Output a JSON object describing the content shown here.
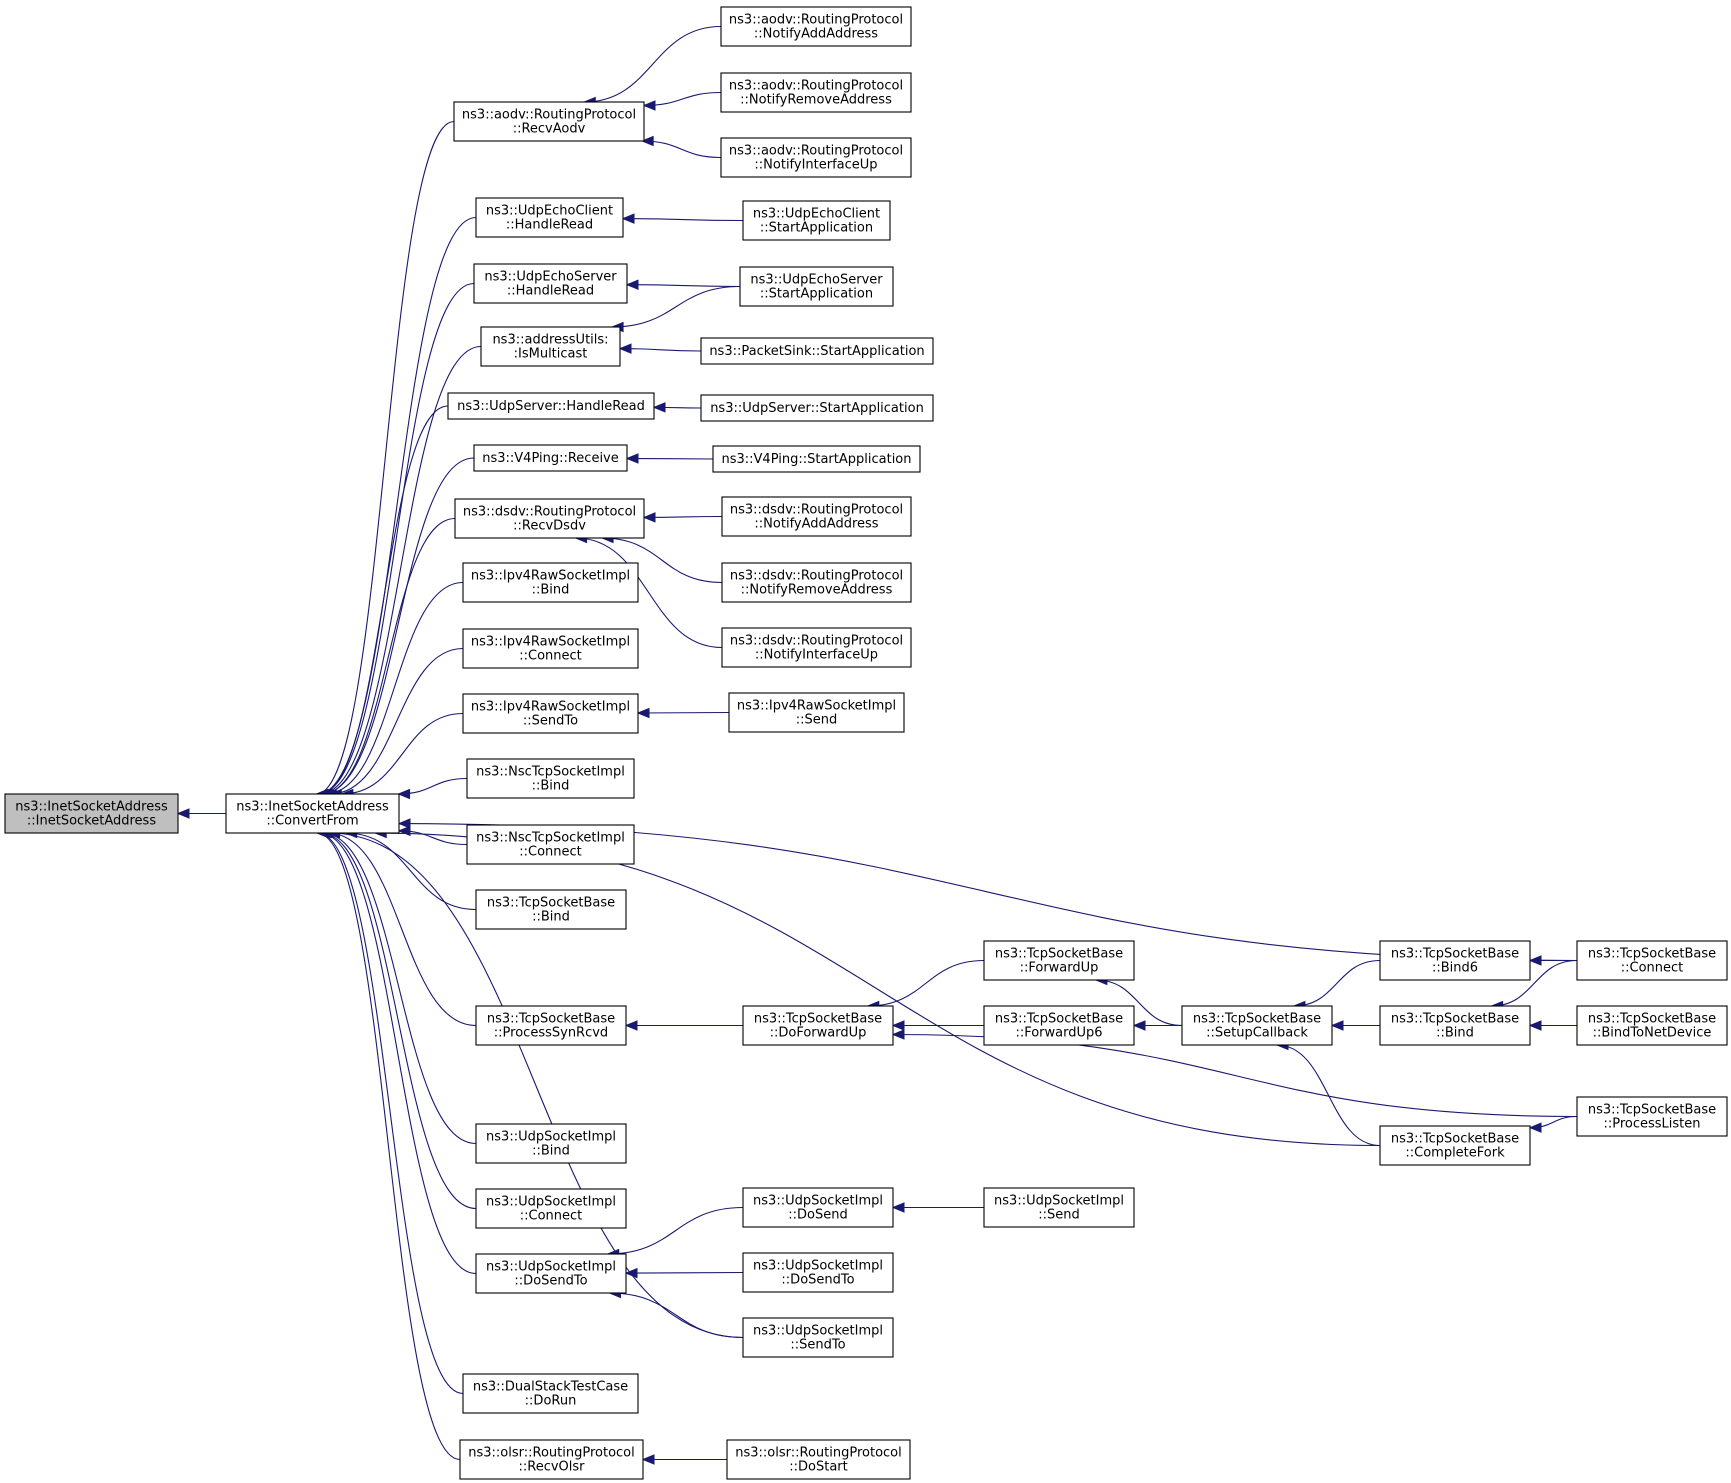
{
  "diagram": {
    "type": "call-graph",
    "colors": {
      "edge": "#191970",
      "focus_fill": "#bfbfbf",
      "node_fill": "#ffffff",
      "border": "#000000"
    },
    "nodes": [
      {
        "id": "n0",
        "lines": [
          "ns3::InetSocketAddress",
          "::InetSocketAddress"
        ],
        "focus": true
      },
      {
        "id": "n1",
        "lines": [
          "ns3::InetSocketAddress",
          "::ConvertFrom"
        ]
      },
      {
        "id": "n2",
        "lines": [
          "ns3::aodv::RoutingProtocol",
          "::RecvAodv"
        ]
      },
      {
        "id": "n3",
        "lines": [
          "ns3::aodv::RoutingProtocol",
          "::NotifyAddAddress"
        ]
      },
      {
        "id": "n4",
        "lines": [
          "ns3::aodv::RoutingProtocol",
          "::NotifyRemoveAddress"
        ]
      },
      {
        "id": "n5",
        "lines": [
          "ns3::aodv::RoutingProtocol",
          "::NotifyInterfaceUp"
        ]
      },
      {
        "id": "n6",
        "lines": [
          "ns3::UdpEchoClient",
          "::HandleRead"
        ]
      },
      {
        "id": "n7",
        "lines": [
          "ns3::UdpEchoClient",
          "::StartApplication"
        ]
      },
      {
        "id": "n8",
        "lines": [
          "ns3::UdpEchoServer",
          "::HandleRead"
        ]
      },
      {
        "id": "n9",
        "lines": [
          "ns3::UdpEchoServer",
          "::StartApplication"
        ]
      },
      {
        "id": "n10",
        "lines": [
          "ns3::addressUtils:",
          ":IsMulticast"
        ]
      },
      {
        "id": "n11",
        "lines": [
          "ns3::PacketSink::StartApplication"
        ]
      },
      {
        "id": "n12",
        "lines": [
          "ns3::UdpServer::HandleRead"
        ]
      },
      {
        "id": "n13",
        "lines": [
          "ns3::UdpServer::StartApplication"
        ]
      },
      {
        "id": "n14",
        "lines": [
          "ns3::V4Ping::Receive"
        ]
      },
      {
        "id": "n15",
        "lines": [
          "ns3::V4Ping::StartApplication"
        ]
      },
      {
        "id": "n16",
        "lines": [
          "ns3::dsdv::RoutingProtocol",
          "::RecvDsdv"
        ]
      },
      {
        "id": "n17",
        "lines": [
          "ns3::dsdv::RoutingProtocol",
          "::NotifyAddAddress"
        ]
      },
      {
        "id": "n18",
        "lines": [
          "ns3::dsdv::RoutingProtocol",
          "::NotifyRemoveAddress"
        ]
      },
      {
        "id": "n19",
        "lines": [
          "ns3::dsdv::RoutingProtocol",
          "::NotifyInterfaceUp"
        ]
      },
      {
        "id": "n20",
        "lines": [
          "ns3::Ipv4RawSocketImpl",
          "::Bind"
        ]
      },
      {
        "id": "n21",
        "lines": [
          "ns3::Ipv4RawSocketImpl",
          "::Connect"
        ]
      },
      {
        "id": "n22",
        "lines": [
          "ns3::Ipv4RawSocketImpl",
          "::SendTo"
        ]
      },
      {
        "id": "n23",
        "lines": [
          "ns3::Ipv4RawSocketImpl",
          "::Send"
        ]
      },
      {
        "id": "n24",
        "lines": [
          "ns3::NscTcpSocketImpl",
          "::Bind"
        ]
      },
      {
        "id": "n25",
        "lines": [
          "ns3::NscTcpSocketImpl",
          "::Connect"
        ]
      },
      {
        "id": "n26",
        "lines": [
          "ns3::TcpSocketBase",
          "::Bind"
        ]
      },
      {
        "id": "n27",
        "lines": [
          "ns3::TcpSocketBase",
          "::ProcessSynRcvd"
        ]
      },
      {
        "id": "n28",
        "lines": [
          "ns3::TcpSocketBase",
          "::DoForwardUp"
        ]
      },
      {
        "id": "n29",
        "lines": [
          "ns3::TcpSocketBase",
          "::ForwardUp"
        ]
      },
      {
        "id": "n30",
        "lines": [
          "ns3::TcpSocketBase",
          "::ForwardUp6"
        ]
      },
      {
        "id": "n31",
        "lines": [
          "ns3::TcpSocketBase",
          "::SetupCallback"
        ]
      },
      {
        "id": "n32",
        "lines": [
          "ns3::TcpSocketBase",
          "::Bind6"
        ]
      },
      {
        "id": "n33",
        "lines": [
          "ns3::TcpSocketBase",
          "::Bind"
        ]
      },
      {
        "id": "n34",
        "lines": [
          "ns3::TcpSocketBase",
          "::Connect"
        ]
      },
      {
        "id": "n35",
        "lines": [
          "ns3::TcpSocketBase",
          "::BindToNetDevice"
        ]
      },
      {
        "id": "n36",
        "lines": [
          "ns3::TcpSocketBase",
          "::CompleteFork"
        ]
      },
      {
        "id": "n37",
        "lines": [
          "ns3::TcpSocketBase",
          "::ProcessListen"
        ]
      },
      {
        "id": "n38",
        "lines": [
          "ns3::UdpSocketImpl",
          "::Bind"
        ]
      },
      {
        "id": "n39",
        "lines": [
          "ns3::UdpSocketImpl",
          "::Connect"
        ]
      },
      {
        "id": "n40",
        "lines": [
          "ns3::UdpSocketImpl",
          "::DoSendTo"
        ]
      },
      {
        "id": "n41",
        "lines": [
          "ns3::UdpSocketImpl",
          "::DoSend"
        ]
      },
      {
        "id": "n42",
        "lines": [
          "ns3::UdpSocketImpl",
          "::Send"
        ]
      },
      {
        "id": "n43",
        "lines": [
          "ns3::UdpSocketImpl",
          "::DoSendTo"
        ]
      },
      {
        "id": "n44",
        "lines": [
          "ns3::UdpSocketImpl",
          "::SendTo"
        ]
      },
      {
        "id": "n45",
        "lines": [
          "ns3::DualStackTestCase",
          "::DoRun"
        ]
      },
      {
        "id": "n46",
        "lines": [
          "ns3::olsr::RoutingProtocol",
          "::RecvOlsr"
        ]
      },
      {
        "id": "n47",
        "lines": [
          "ns3::olsr::RoutingProtocol",
          "::DoStart"
        ]
      }
    ],
    "edges": [
      [
        "n1",
        "n0"
      ],
      [
        "n2",
        "n1"
      ],
      [
        "n6",
        "n1"
      ],
      [
        "n8",
        "n1"
      ],
      [
        "n10",
        "n1"
      ],
      [
        "n12",
        "n1"
      ],
      [
        "n14",
        "n1"
      ],
      [
        "n16",
        "n1"
      ],
      [
        "n20",
        "n1"
      ],
      [
        "n21",
        "n1"
      ],
      [
        "n22",
        "n1"
      ],
      [
        "n24",
        "n1"
      ],
      [
        "n25",
        "n1"
      ],
      [
        "n26",
        "n1"
      ],
      [
        "n34",
        "n1"
      ],
      [
        "n27",
        "n1"
      ],
      [
        "n36",
        "n1"
      ],
      [
        "n38",
        "n1"
      ],
      [
        "n39",
        "n1"
      ],
      [
        "n40",
        "n1"
      ],
      [
        "n44",
        "n1"
      ],
      [
        "n45",
        "n1"
      ],
      [
        "n46",
        "n1"
      ],
      [
        "n3",
        "n2"
      ],
      [
        "n4",
        "n2"
      ],
      [
        "n5",
        "n2"
      ],
      [
        "n7",
        "n6"
      ],
      [
        "n9",
        "n8"
      ],
      [
        "n9",
        "n10"
      ],
      [
        "n11",
        "n10"
      ],
      [
        "n13",
        "n12"
      ],
      [
        "n15",
        "n14"
      ],
      [
        "n17",
        "n16"
      ],
      [
        "n18",
        "n16"
      ],
      [
        "n19",
        "n16"
      ],
      [
        "n23",
        "n22"
      ],
      [
        "n28",
        "n27"
      ],
      [
        "n29",
        "n28"
      ],
      [
        "n30",
        "n28"
      ],
      [
        "n37",
        "n28"
      ],
      [
        "n31",
        "n29"
      ],
      [
        "n31",
        "n30"
      ],
      [
        "n32",
        "n31"
      ],
      [
        "n33",
        "n31"
      ],
      [
        "n36",
        "n31"
      ],
      [
        "n34",
        "n32"
      ],
      [
        "n34",
        "n33"
      ],
      [
        "n35",
        "n33"
      ],
      [
        "n37",
        "n36"
      ],
      [
        "n41",
        "n40"
      ],
      [
        "n43",
        "n40"
      ],
      [
        "n44",
        "n40"
      ],
      [
        "n42",
        "n41"
      ],
      [
        "n47",
        "n46"
      ]
    ]
  }
}
